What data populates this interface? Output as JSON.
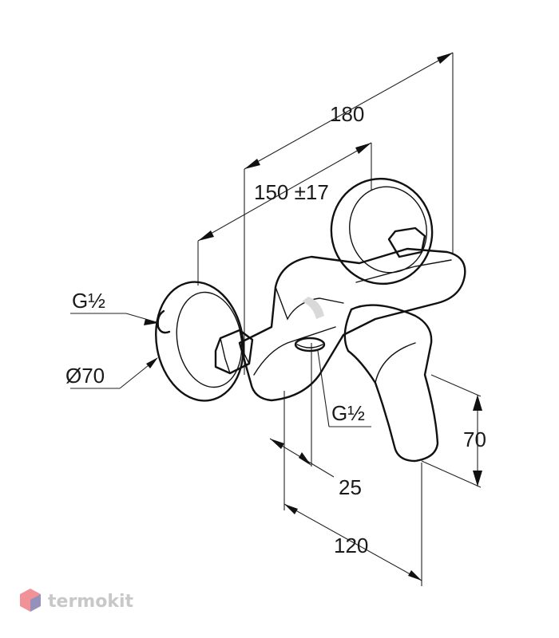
{
  "dimensions": {
    "overall_width": "180",
    "centers": "150 ±17",
    "thread_left": "G½",
    "rosette_diameter": "Ø70",
    "thread_outlet": "G½",
    "outlet_offset": "25",
    "spout_depth": "120",
    "lever_height": "70"
  },
  "watermark": {
    "brand": "termokit",
    "accent": "#e63946"
  }
}
